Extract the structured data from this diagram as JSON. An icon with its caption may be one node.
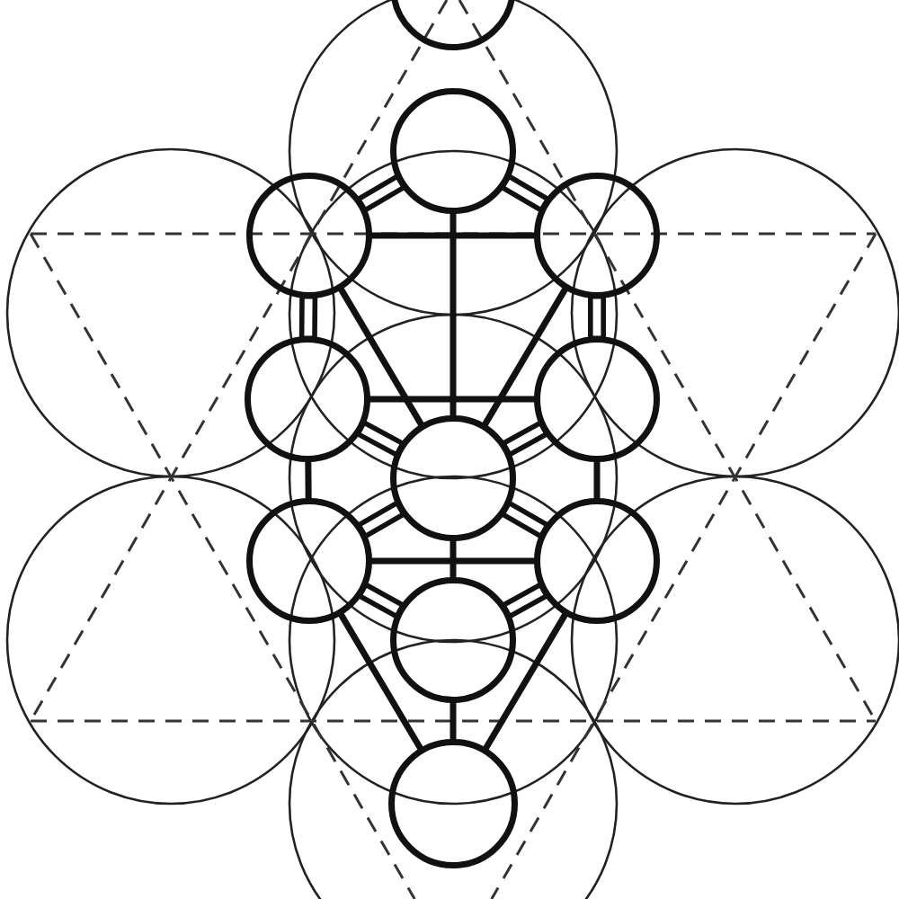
{
  "diagram": {
    "nodes": [
      {
        "text": [],
        "shape": "circle"
      },
      {
        "text": [],
        "shape": "circle"
      },
      {
        "text": [],
        "shape": "circle"
      },
      {
        "text": [],
        "shape": "circle"
      },
      {
        "text": [],
        "shape": "circle"
      },
      {
        "text": [],
        "shape": "circle"
      },
      {
        "text": [],
        "shape": "circle"
      },
      {
        "text": [],
        "shape": "circle"
      },
      {
        "text": [],
        "shape": "circle"
      },
      {
        "text": [],
        "shape": "circle"
      },
      {
        "text": [],
        "shape": "circle"
      }
    ],
    "edges": [
      {
        "from": 1,
        "to": 3,
        "arrow": "none",
        "style": "thick"
      },
      {
        "from": 1,
        "to": 2,
        "arrow": "none",
        "style": "thick"
      },
      {
        "from": 1,
        "to": 6,
        "arrow": "none"
      },
      {
        "from": 2,
        "to": 3,
        "arrow": "none"
      },
      {
        "from": 2,
        "to": 4,
        "arrow": "none",
        "style": "thick"
      },
      {
        "from": 3,
        "to": 5,
        "arrow": "none",
        "style": "thick"
      },
      {
        "from": 2,
        "to": 6,
        "arrow": "none"
      },
      {
        "from": 3,
        "to": 6,
        "arrow": "none"
      },
      {
        "from": 4,
        "to": 5,
        "arrow": "none"
      },
      {
        "from": 4,
        "to": 6,
        "arrow": "none",
        "style": "thick"
      },
      {
        "from": 5,
        "to": 6,
        "arrow": "none",
        "style": "thick"
      },
      {
        "from": 4,
        "to": 7,
        "arrow": "none"
      },
      {
        "from": 5,
        "to": 8,
        "arrow": "none"
      },
      {
        "from": 6,
        "to": 7,
        "arrow": "none",
        "style": "thick"
      },
      {
        "from": 6,
        "to": 8,
        "arrow": "none",
        "style": "thick"
      },
      {
        "from": 6,
        "to": 9,
        "arrow": "none"
      },
      {
        "from": 7,
        "to": 8,
        "arrow": "none"
      },
      {
        "from": 7,
        "to": 9,
        "arrow": "none",
        "style": "thick"
      },
      {
        "from": 8,
        "to": 9,
        "arrow": "none",
        "style": "thick"
      },
      {
        "from": 7,
        "to": 10,
        "arrow": "none"
      },
      {
        "from": 8,
        "to": 10,
        "arrow": "none"
      },
      {
        "from": 9,
        "to": 10,
        "arrow": "none"
      }
    ]
  }
}
